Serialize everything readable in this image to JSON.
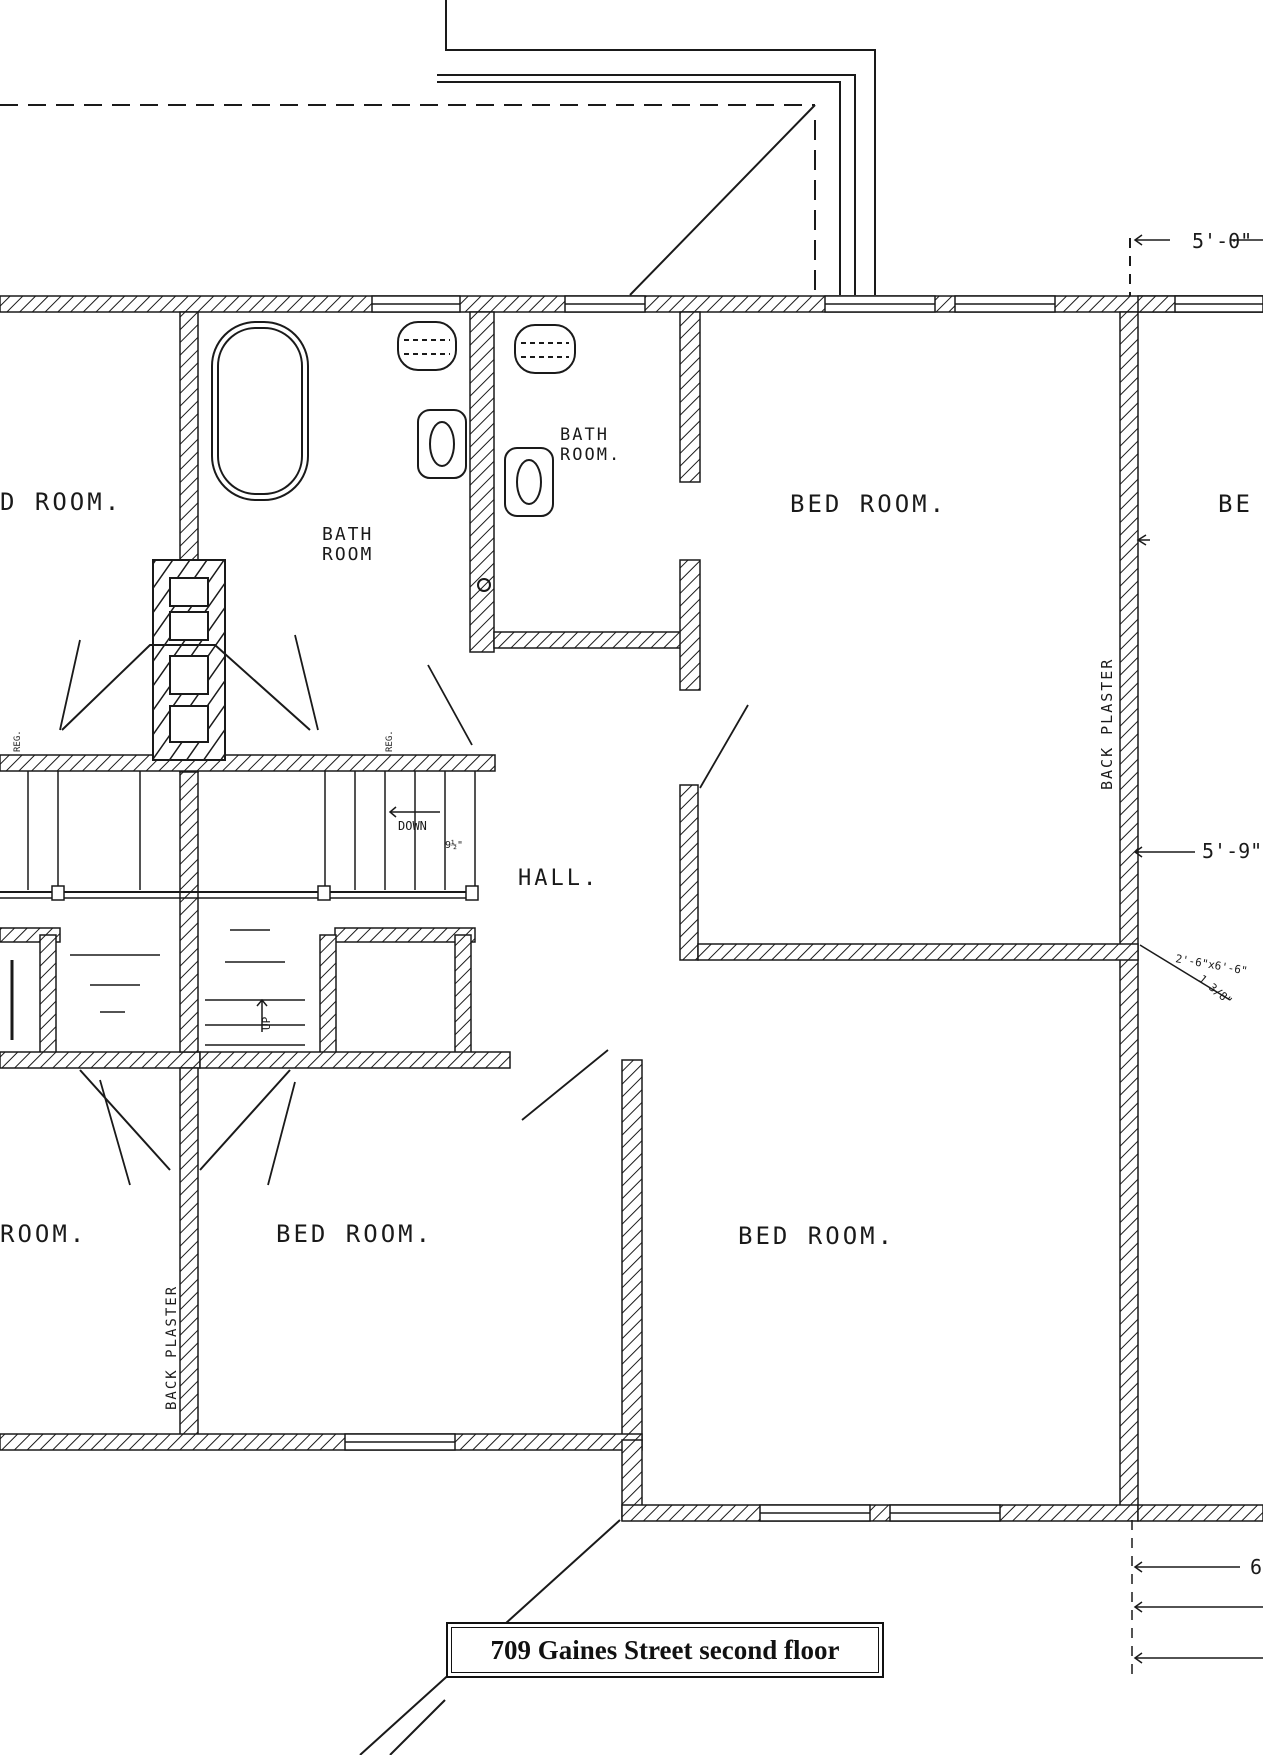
{
  "caption": "709 Gaines Street second floor",
  "colors": {
    "ink": "#1a1a1a",
    "paper": "#ffffff"
  },
  "rooms": {
    "left_bed_room_upper": "D ROOM.",
    "bath_room_left_1": "BATH",
    "bath_room_left_2": "ROOM",
    "bath_room_right_1": "BATH",
    "bath_room_right_2": "ROOM.",
    "bed_room_upper_right": "BED ROOM.",
    "bed_room_far_right": "BE",
    "hall": "HALL.",
    "left_bed_room_lower": "ROOM.",
    "bed_room_lower_center": "BED ROOM.",
    "bed_room_lower_right": "BED ROOM."
  },
  "notes": {
    "back_plaster_right": "BACK PLASTER",
    "back_plaster_left": "BACK PLASTER",
    "down": "DOWN",
    "riser": "9½\"",
    "reg_left": "REG.",
    "reg_right": "REG.",
    "up": "UP",
    "dim_top": "5'-0\"",
    "dim_mid": "5'-9\"",
    "window_note_1": "2'-6\"x6'-6\"",
    "window_note_2": "1 3/8\"",
    "dim_bottom": "6"
  }
}
